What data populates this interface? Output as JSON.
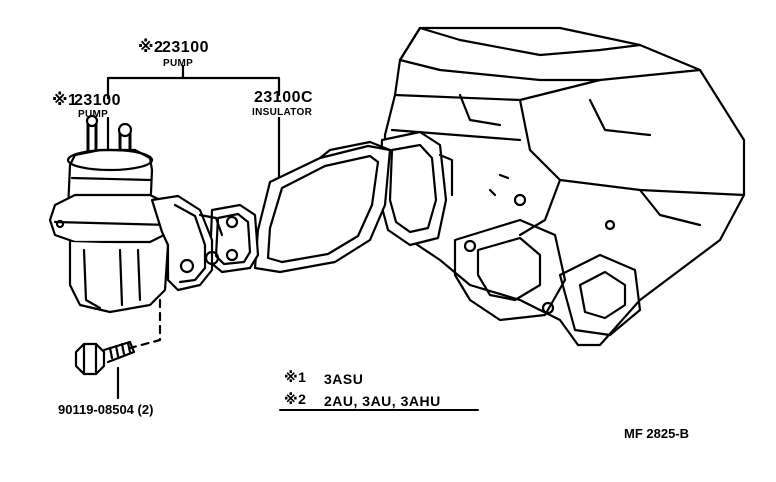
{
  "callouts": {
    "pump2": {
      "mark": "※2",
      "part": "23100",
      "name": "PUMP"
    },
    "pump1": {
      "mark": "※1",
      "part": "23100",
      "name": "PUMP"
    },
    "insulator": {
      "part": "23100C",
      "name": "INSULATOR"
    },
    "bolt": {
      "part": "90119-08504 (2)"
    }
  },
  "legend": [
    {
      "mark": "※1",
      "text": "3ASU"
    },
    {
      "mark": "※2",
      "text": "2AU, 3AU, 3AHU"
    }
  ],
  "figure_code": "MF 2825-B"
}
